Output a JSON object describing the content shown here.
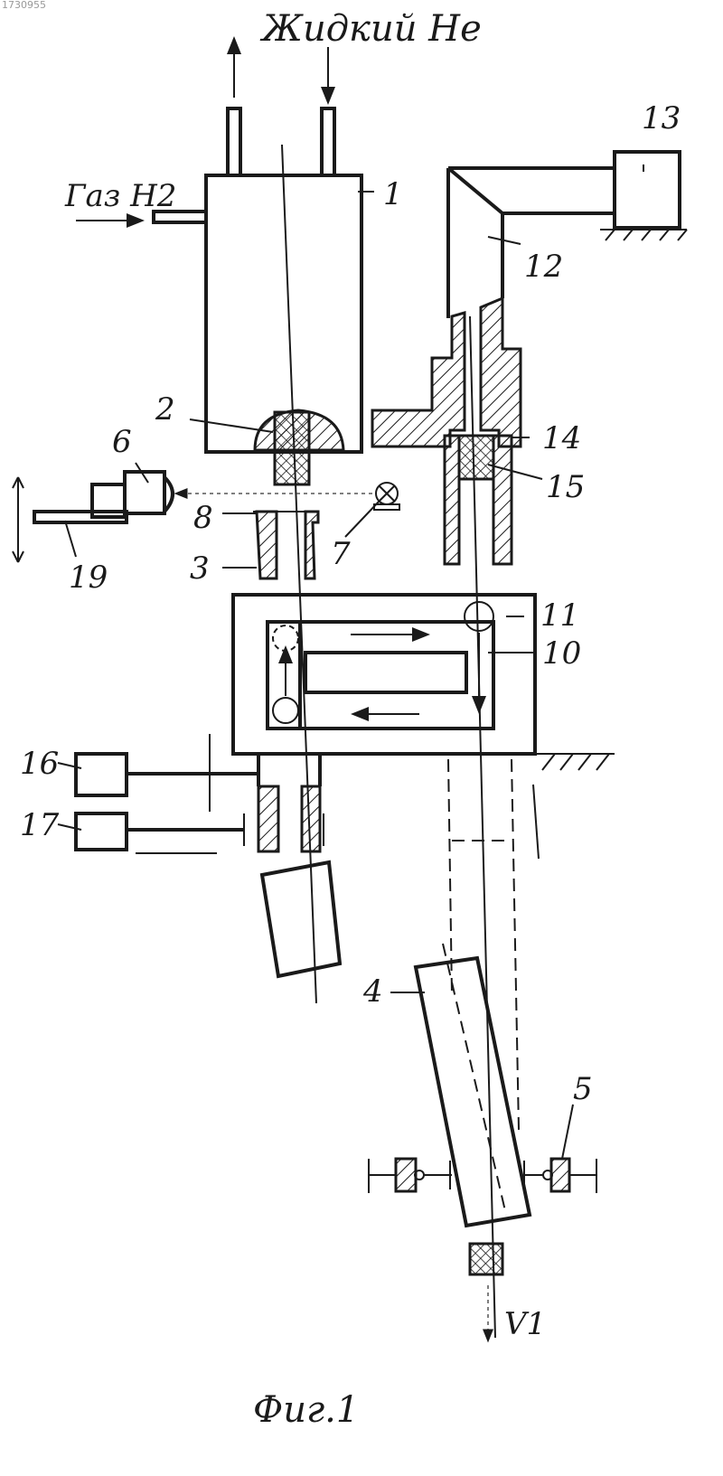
{
  "header": {
    "doc_number": "1730955"
  },
  "inputs": {
    "liquid_he": "Жидкий Не",
    "gas_h2": "Газ Н2"
  },
  "labels": {
    "n1": "1",
    "n2": "2",
    "n3": "3",
    "n4": "4",
    "n5": "5",
    "n6": "6",
    "n7": "7",
    "n8": "8",
    "n10": "10",
    "n11": "11",
    "n12": "12",
    "n13": "13",
    "n14": "14",
    "n15": "15",
    "n16": "16",
    "n17": "17",
    "n19": "19"
  },
  "output": {
    "velocity": "V1"
  },
  "caption": {
    "figure": "Фиг.1"
  }
}
